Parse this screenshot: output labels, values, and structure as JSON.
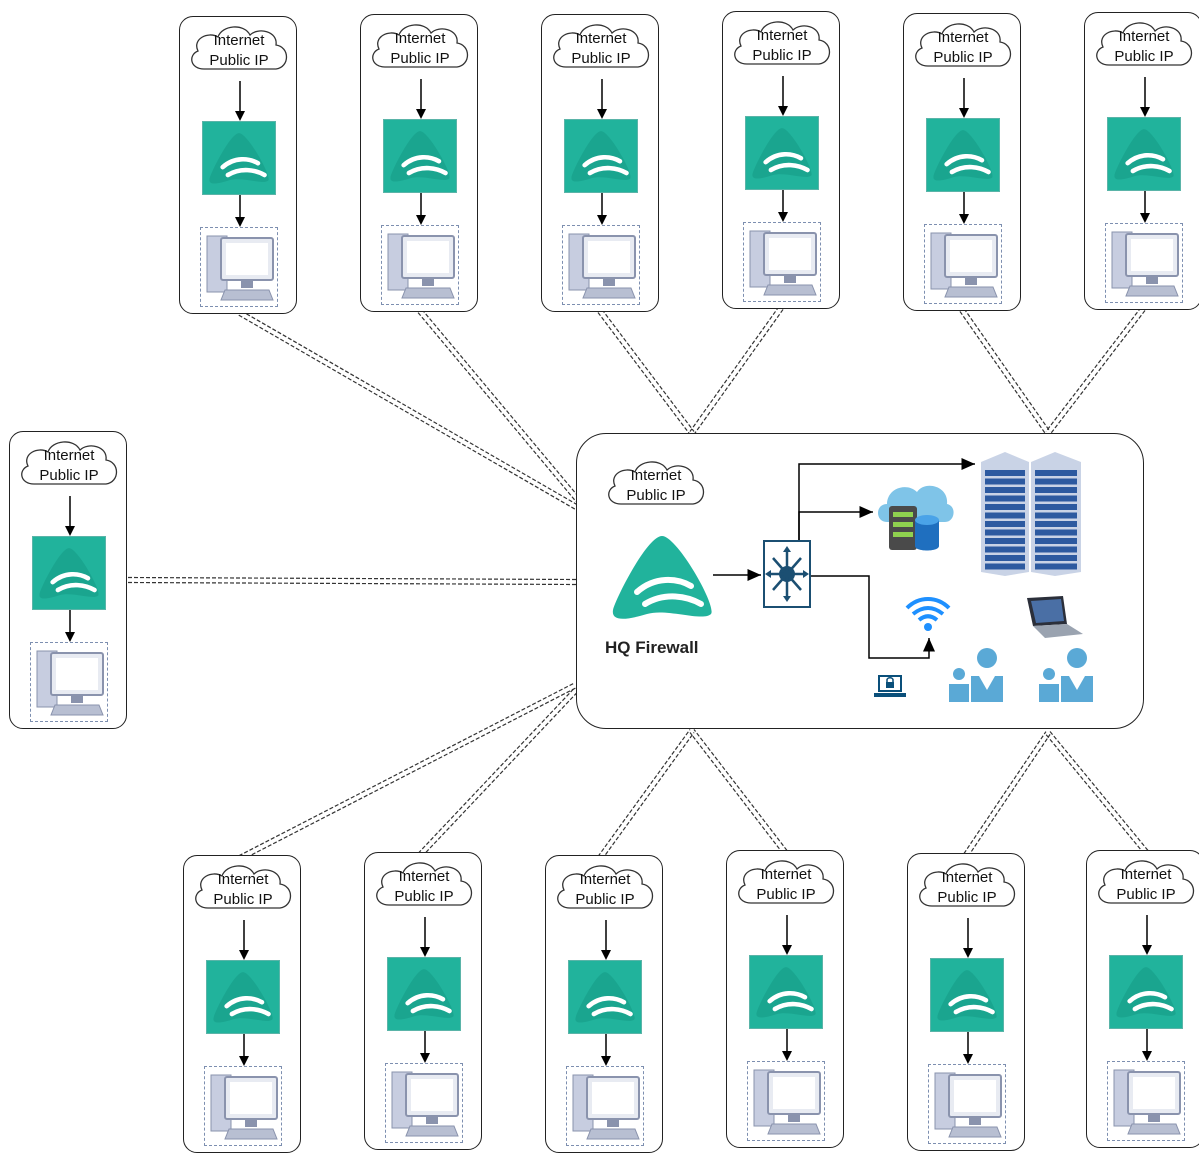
{
  "cloud_line1": "Internet",
  "cloud_line2": "Public IP",
  "hq": {
    "label": "HQ Firewall"
  },
  "colors": {
    "firewall": "#21b39c",
    "switch": "#1b4f72",
    "server": "#2d5aa0",
    "wifi": "#1e90ff",
    "user": "#5aa9d6"
  },
  "icons": [
    "cloud-icon",
    "firewall-logo-icon",
    "computer-icon",
    "switch-icon",
    "cloud-database-icon",
    "server-rack-icon",
    "wifi-icon",
    "laptop-icon",
    "locked-laptop-icon",
    "users-icon"
  ]
}
